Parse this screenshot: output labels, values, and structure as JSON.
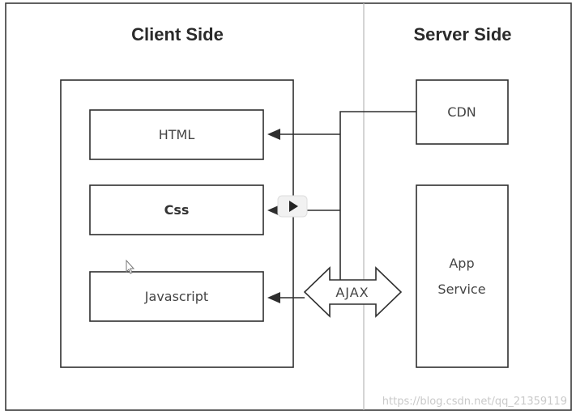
{
  "client": {
    "title": "Client  Side"
  },
  "server": {
    "title": "Server  Side"
  },
  "client_boxes": {
    "html": "HTML",
    "css": "Css",
    "javascript": "Javascript"
  },
  "server_boxes": {
    "cdn": "CDN",
    "app_line1": "App",
    "app_line2": "Service"
  },
  "connector": {
    "ajax": "AJAX"
  },
  "watermark": "https://blog.csdn.net/qq_21359119",
  "icons": {
    "play": "play-icon",
    "cursor": "mouse-cursor-icon"
  }
}
